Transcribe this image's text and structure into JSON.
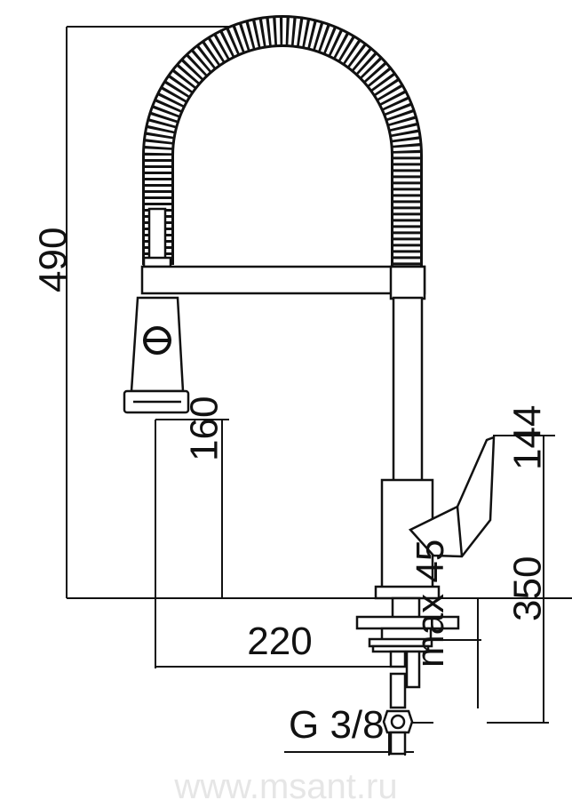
{
  "dimensions": {
    "total_height": "490",
    "spout_height": "160",
    "lever_height": "144",
    "reach": "220",
    "hose_length": "350",
    "max_thickness": "max 45",
    "connection": "G 3/8"
  },
  "watermark": "www.msant.ru"
}
